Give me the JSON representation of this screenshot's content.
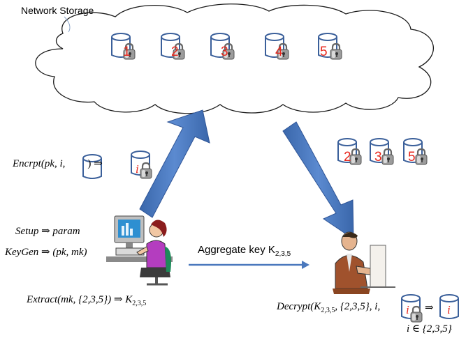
{
  "storage": {
    "label": "Network Storage",
    "blocks": [
      "1",
      "2",
      "3",
      "4",
      "5"
    ]
  },
  "shared_blocks": [
    "2",
    "3",
    "5"
  ],
  "owner": {
    "encrypt_label": "Encrpt(pk, i,",
    "encrypt_result": ") ⇒",
    "encrypt_block": "i",
    "setup": "Setup ⇒ param",
    "keygen": "KeyGen ⇒ (pk, mk)",
    "extract": "Extract(mk, {2,3,5}) ⇒ K",
    "extract_sub": "2,3,5"
  },
  "aggregate": {
    "label": "Aggregate key K",
    "sub": "2,3,5"
  },
  "receiver": {
    "decrypt": "Decrypt(K",
    "decrypt_sub": "2,3,5",
    "decrypt_rest": ", {2,3,5}, i,",
    "decrypt_arrow": "⇒",
    "decrypt_block": "i",
    "condition": "i ∈ {2,3,5}"
  },
  "colors": {
    "cloud_outline": "#1b1b1b",
    "cylinder": "#3a5f9a",
    "number_red": "#e8281e",
    "big_arrow": "#4a78bd",
    "thin_arrow": "#4a78bd"
  }
}
